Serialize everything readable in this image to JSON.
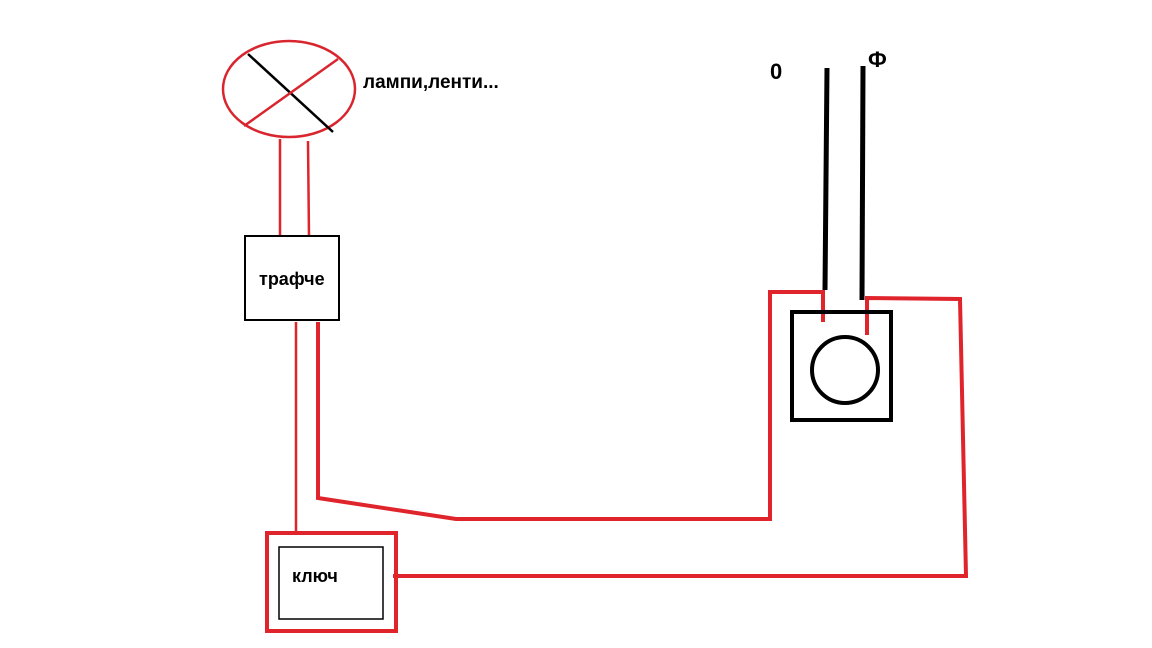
{
  "labels": {
    "lamp": "лампи,ленти...",
    "transformer": "трафче",
    "switch": "ключ",
    "neutral": "0",
    "phase": "Ф"
  },
  "colors": {
    "wire_red": "#e0242c",
    "wire_black": "#000000",
    "lamp_outline": "#d9262e",
    "box_outline": "#000000",
    "background": "#ffffff"
  }
}
